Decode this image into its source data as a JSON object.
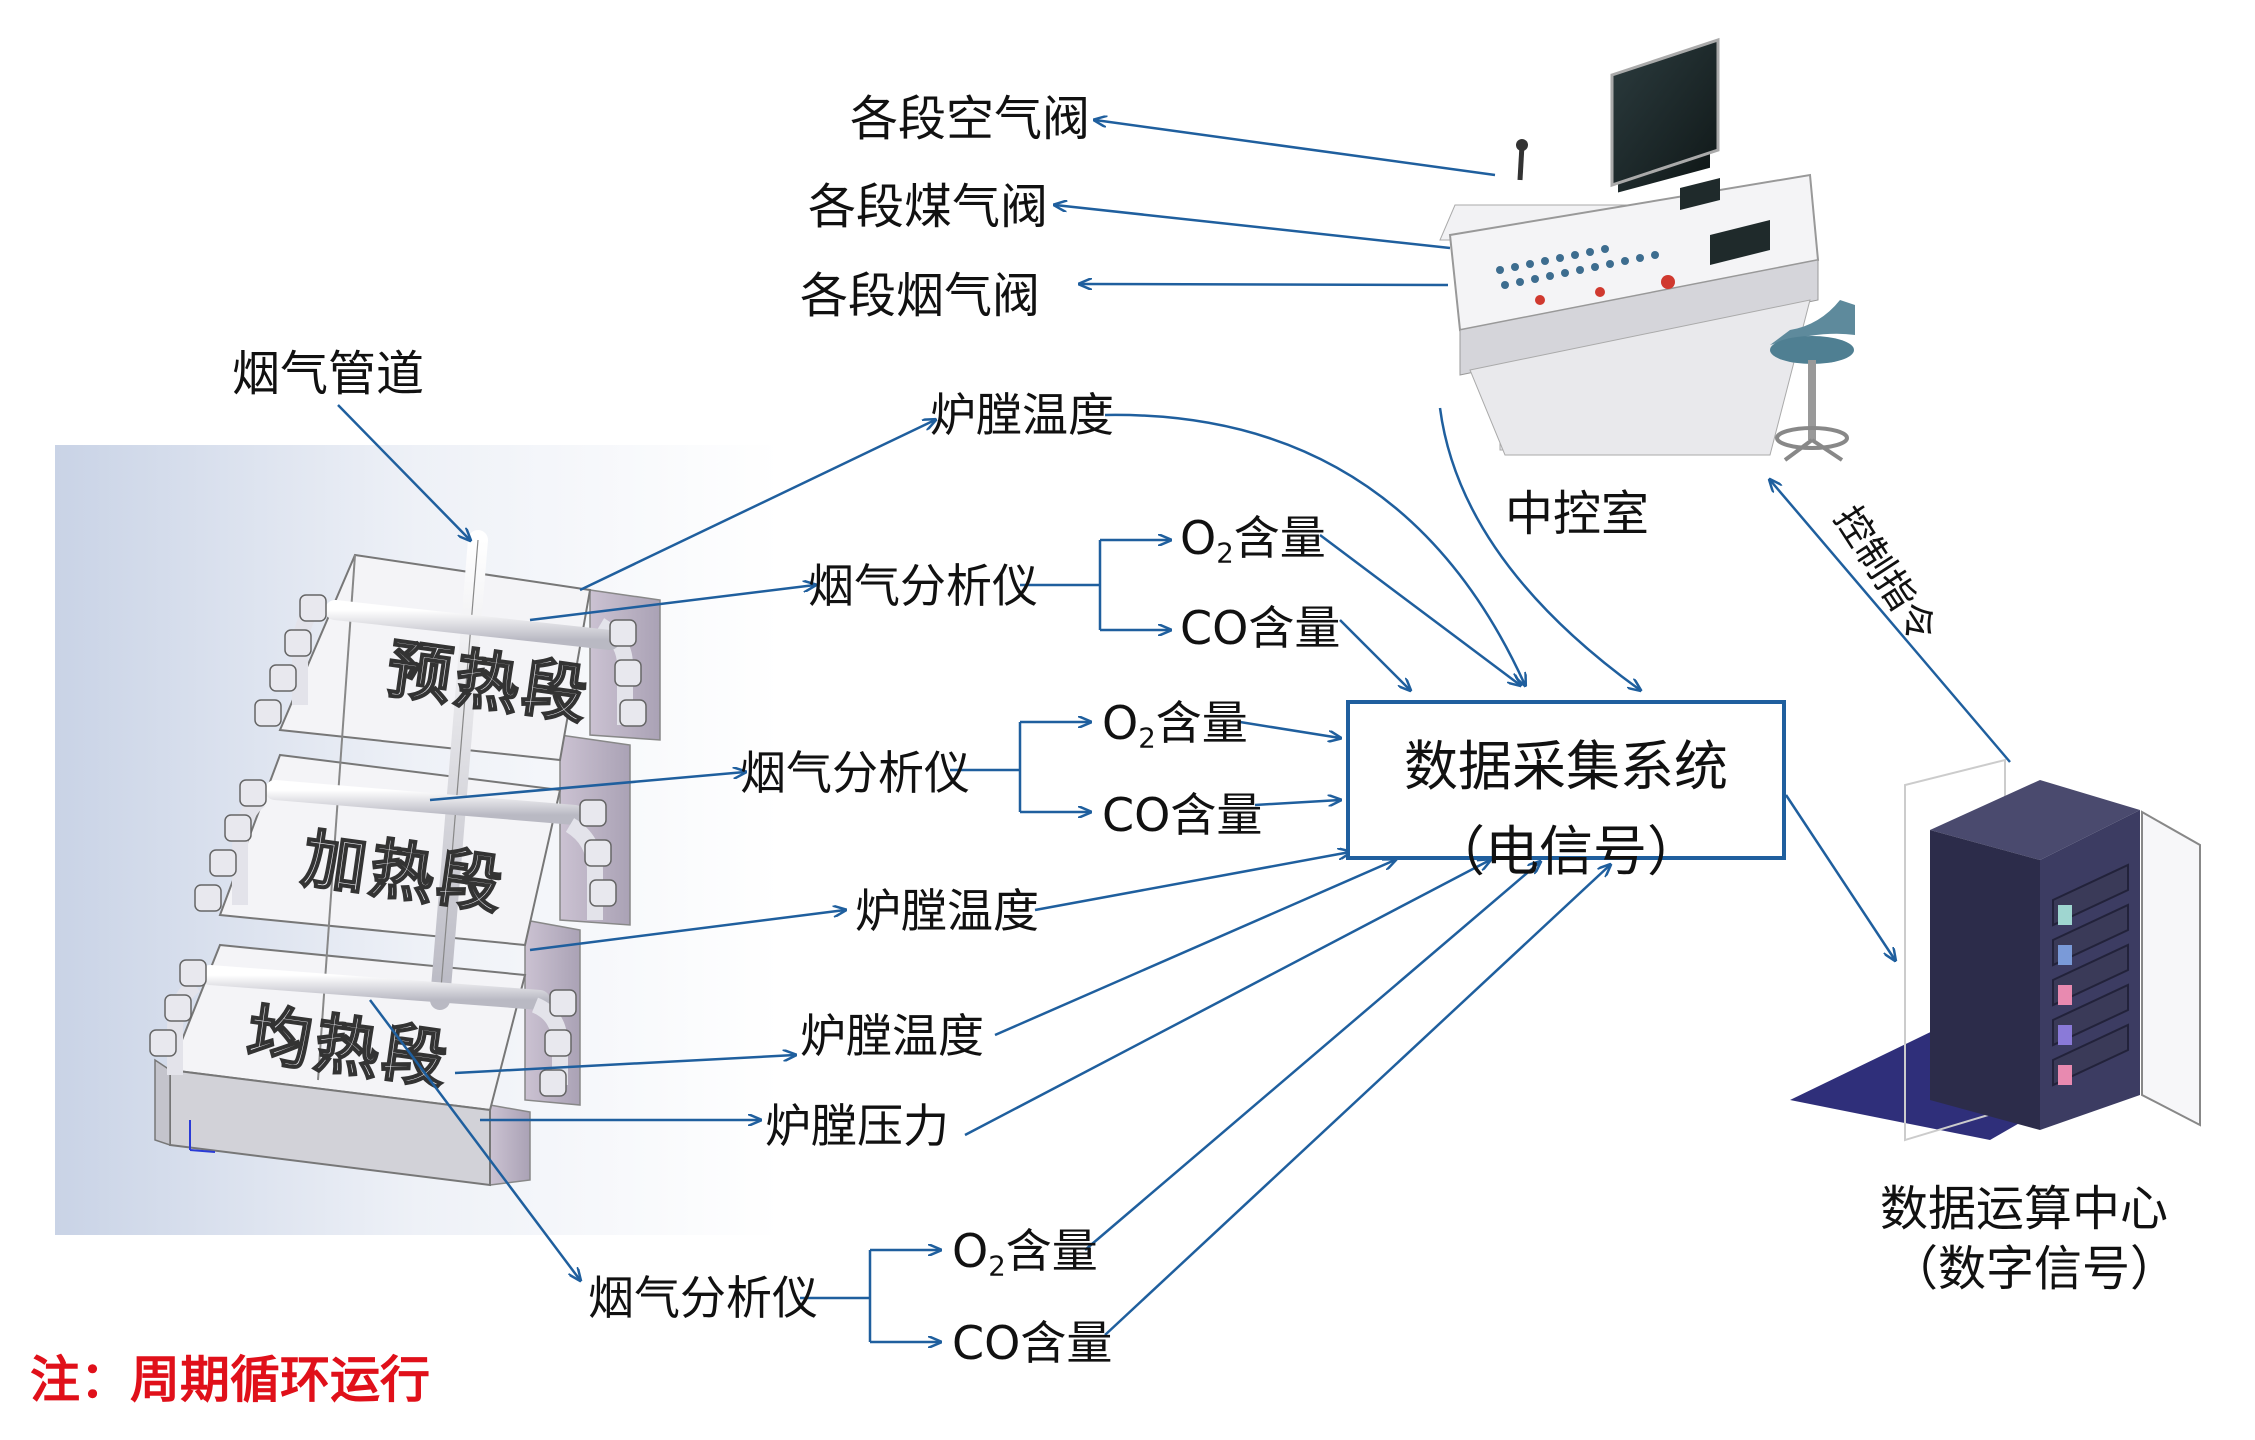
{
  "colors": {
    "arrow": "#1f5f9e",
    "note": "#e0101a",
    "text": "#111111"
  },
  "furnace": {
    "segments": [
      "预热段",
      "加热段",
      "均热段"
    ],
    "duct_label": "烟气管道"
  },
  "control_room": {
    "label": "中控室",
    "valves": [
      "各段空气阀",
      "各段煤气阀",
      "各段烟气阀"
    ]
  },
  "daq": {
    "title": "数据采集系统",
    "subtitle": "（电信号）"
  },
  "compute": {
    "title": "数据运算中心",
    "subtitle": "（数字信号）"
  },
  "control_command": "控制指令",
  "signals": {
    "furnace_temp": "炉膛温度",
    "flue_analyzer": "烟气分析仪",
    "o2_prefix": "O",
    "o2_sub": "2",
    "o2_suffix": "含量",
    "co": "CO含量",
    "furnace_pressure": "炉膛压力"
  },
  "note": "注：周期循环运行"
}
